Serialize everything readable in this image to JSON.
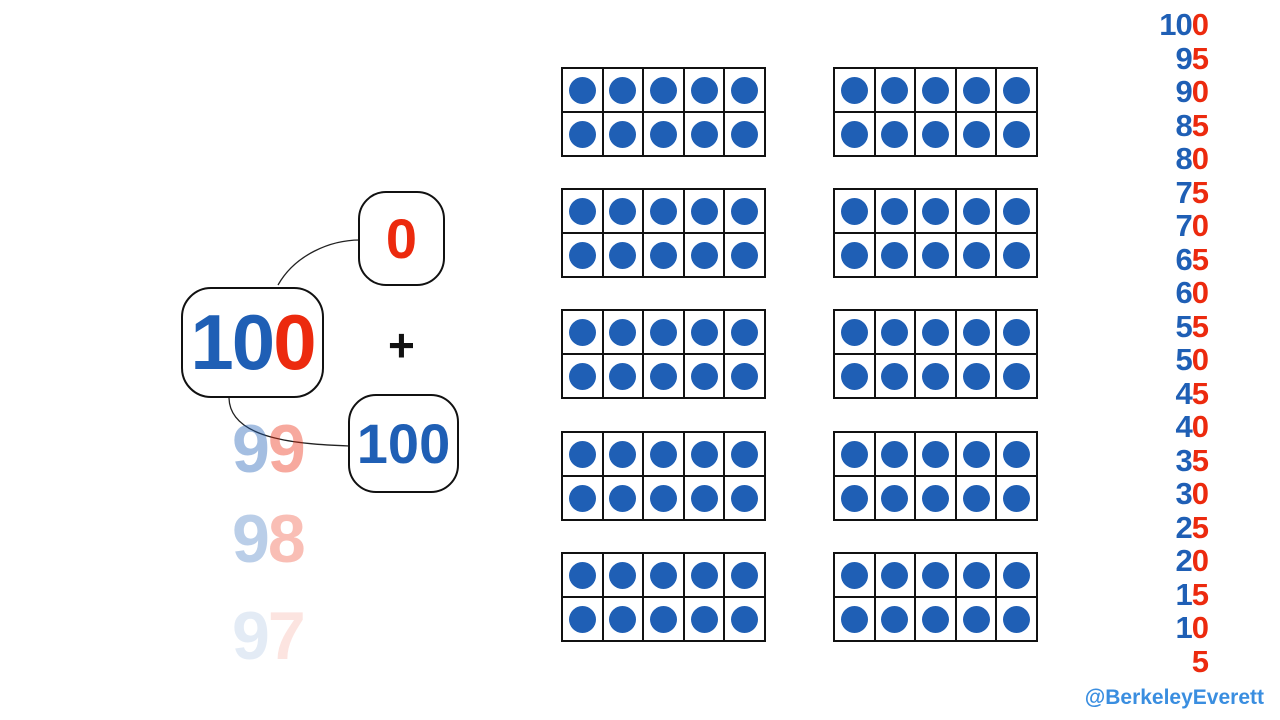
{
  "colors": {
    "tens": "#1f5fb5",
    "ones": "#ec2a0e",
    "dot": "#1f5fb5",
    "handle": "#3a8ee0"
  },
  "decomposition": {
    "number": {
      "tens_part": "10",
      "ones_part": "0"
    },
    "operator": "+",
    "ones_bubble": "0",
    "tens_bubble": "100"
  },
  "fading_numbers": [
    {
      "tens": "9",
      "ones": "9",
      "opacity": 0.4
    },
    {
      "tens": "9",
      "ones": "8",
      "opacity": 0.3
    },
    {
      "tens": "9",
      "ones": "7",
      "opacity": 0.12
    }
  ],
  "ten_frames": {
    "count": 10,
    "filled_per_frame": 10
  },
  "count_by_fives": [
    {
      "tens": "10",
      "ones": "0"
    },
    {
      "tens": "9",
      "ones": "5"
    },
    {
      "tens": "9",
      "ones": "0"
    },
    {
      "tens": "8",
      "ones": "5"
    },
    {
      "tens": "8",
      "ones": "0"
    },
    {
      "tens": "7",
      "ones": "5"
    },
    {
      "tens": "7",
      "ones": "0"
    },
    {
      "tens": "6",
      "ones": "5"
    },
    {
      "tens": "6",
      "ones": "0"
    },
    {
      "tens": "5",
      "ones": "5"
    },
    {
      "tens": "5",
      "ones": "0"
    },
    {
      "tens": "4",
      "ones": "5"
    },
    {
      "tens": "4",
      "ones": "0"
    },
    {
      "tens": "3",
      "ones": "5"
    },
    {
      "tens": "3",
      "ones": "0"
    },
    {
      "tens": "2",
      "ones": "5"
    },
    {
      "tens": "2",
      "ones": "0"
    },
    {
      "tens": "1",
      "ones": "5"
    },
    {
      "tens": "1",
      "ones": "0"
    },
    {
      "tens": "",
      "ones": "5"
    }
  ],
  "handle": "@BerkeleyEverett"
}
